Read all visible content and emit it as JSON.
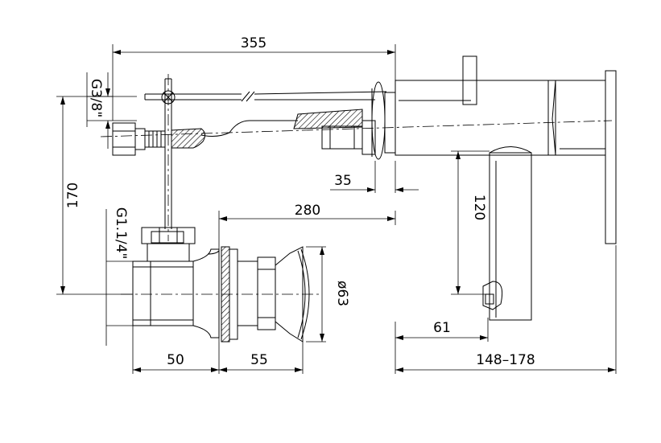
{
  "dimensions": {
    "d355": "355",
    "d280": "280",
    "d35": "35",
    "d170": "170",
    "d120": "120",
    "d61": "61",
    "d50": "50",
    "d55": "55",
    "d148_178": "148–178",
    "g3_8": "G3/8\"",
    "g1_1_4": "G1.1/4\"",
    "phi63": "ø63"
  }
}
